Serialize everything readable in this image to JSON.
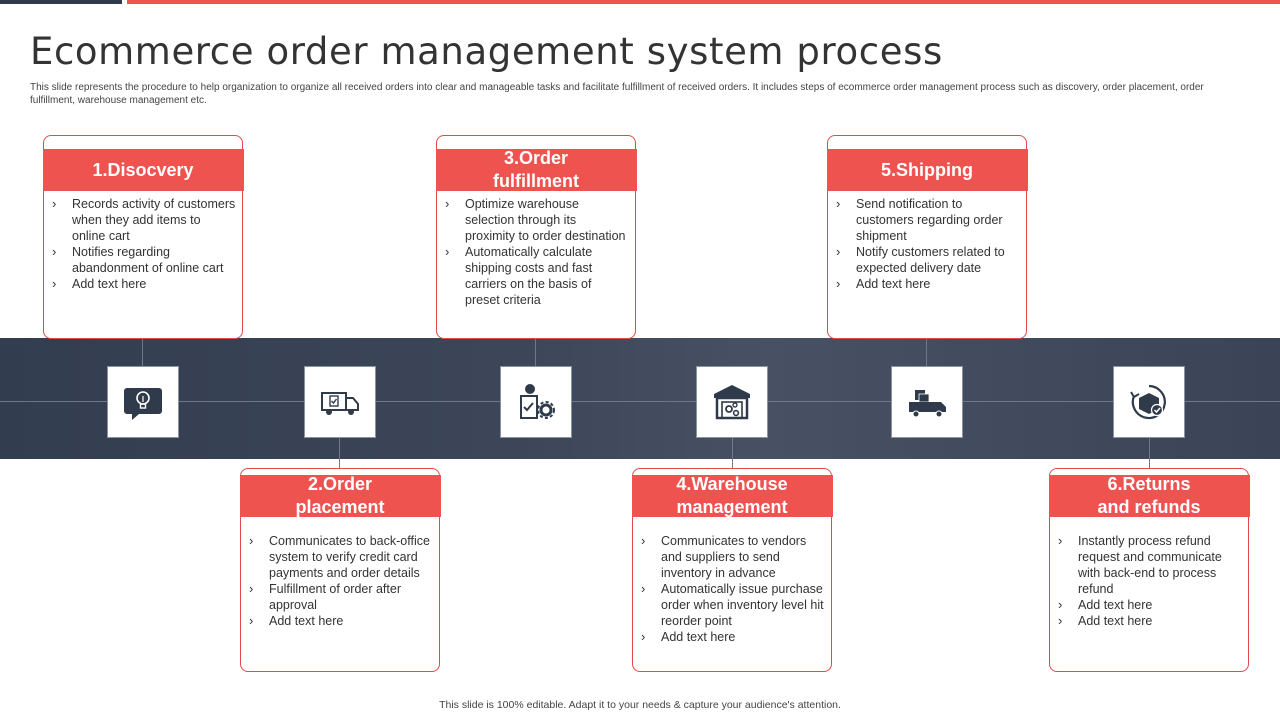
{
  "title": "Ecommerce order management system process",
  "subtitle": "This slide represents the procedure to help organization to organize all received orders into clear and manageable tasks and facilitate fulfillment of received orders. It includes steps of ecommerce order management  process such as discovery, order placement, order fulfillment,  warehouse management etc.",
  "footer": "This slide is 100% editable.  Adapt it to your needs & capture your audience's attention.",
  "colors": {
    "accent": "#ef5350",
    "dark": "#2f3a4a",
    "band": "#3c4658"
  },
  "steps": [
    {
      "heading_line1": "1.Disocvery",
      "heading_line2": "",
      "icon": "lightbulb-chat-icon",
      "bullets": [
        "Records activity of customers when they add items to online cart",
        "Notifies regarding abandonment of online cart",
        "Add text here"
      ]
    },
    {
      "heading_line1": "2.Order",
      "heading_line2": "placement",
      "icon": "delivery-truck-icon",
      "bullets": [
        " Communicates to back-office system to verify credit card payments and order details",
        "Fulfillment of order after approval",
        "Add text here"
      ]
    },
    {
      "heading_line1": "3.Order",
      "heading_line2": "fulfillment",
      "icon": "user-settings-icon",
      "bullets": [
        "Optimize  warehouse selection through its proximity to order destination",
        "Automatically calculate shipping costs and fast carriers on the basis of preset criteria"
      ]
    },
    {
      "heading_line1": "4.Warehouse",
      "heading_line2": "management",
      "icon": "warehouse-icon",
      "bullets": [
        "Communicates to vendors  and suppliers to send inventory  in advance",
        "Automatically issue purchase order when inventory level hit reorder point",
        "Add text here"
      ]
    },
    {
      "heading_line1": "5.Shipping",
      "heading_line2": "",
      "icon": "shipping-truck-icon",
      "bullets": [
        "Send notification to customers regarding order  shipment",
        "Notify customers related to expected delivery date",
        "Add text here"
      ]
    },
    {
      "heading_line1": "6.Returns",
      "heading_line2": "and refunds",
      "icon": "return-box-icon",
      "bullets": [
        "Instantly process refund request  and communicate with back-end to process refund",
        "Add text here",
        "Add text here"
      ]
    }
  ]
}
